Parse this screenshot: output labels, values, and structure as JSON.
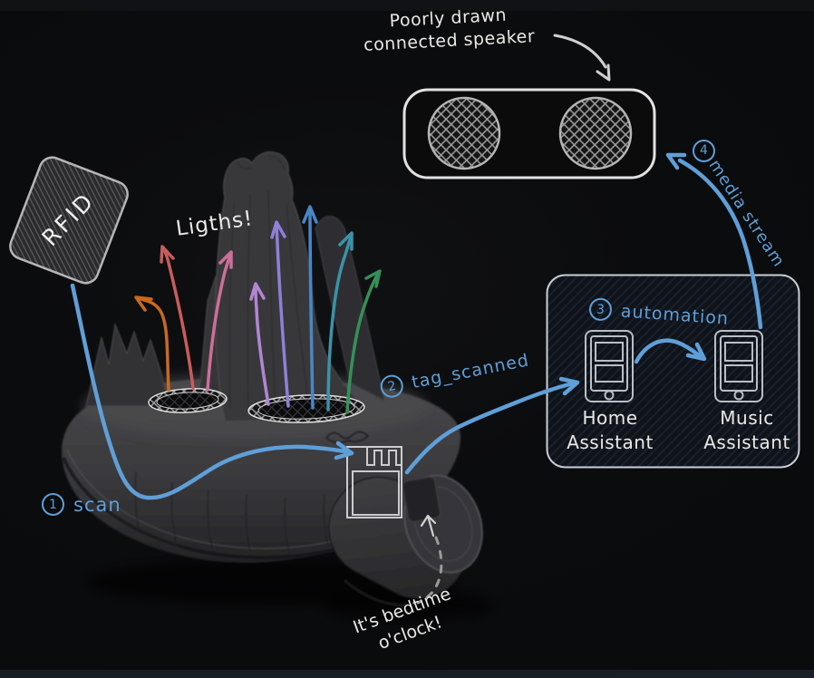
{
  "note_speaker": {
    "line1": "Poorly drawn",
    "line2": "connected speaker"
  },
  "rfid_card": {
    "label": "RFID"
  },
  "lights_label": "Ligths!",
  "steps": [
    {
      "num": "1",
      "label": "scan"
    },
    {
      "num": "2",
      "label": "tag_scanned"
    },
    {
      "num": "3",
      "label": "automation"
    },
    {
      "num": "4",
      "label": "media stream"
    }
  ],
  "devices": [
    {
      "line1": "Home",
      "line2": "Assistant"
    },
    {
      "line1": "Music",
      "line2": "Assistant"
    }
  ],
  "bedtime_note": {
    "line1": "It's bedtime",
    "line2": "o'clock!"
  },
  "colors": {
    "accent_blue": "#5f9fd8",
    "sketch_gray": "#3a3a3d",
    "speaker_border": "#e0e0e0",
    "panel_border": "#c9ced6",
    "arrows": {
      "orange": "#c8691f",
      "red": "#c95c5c",
      "pink": "#cd6f99",
      "magenta": "#b286d2",
      "violet": "#8f7fd8",
      "blue": "#4a86c6",
      "teal": "#3a93a8",
      "green": "#349159"
    },
    "pencil_line": "#d0d0d0"
  }
}
